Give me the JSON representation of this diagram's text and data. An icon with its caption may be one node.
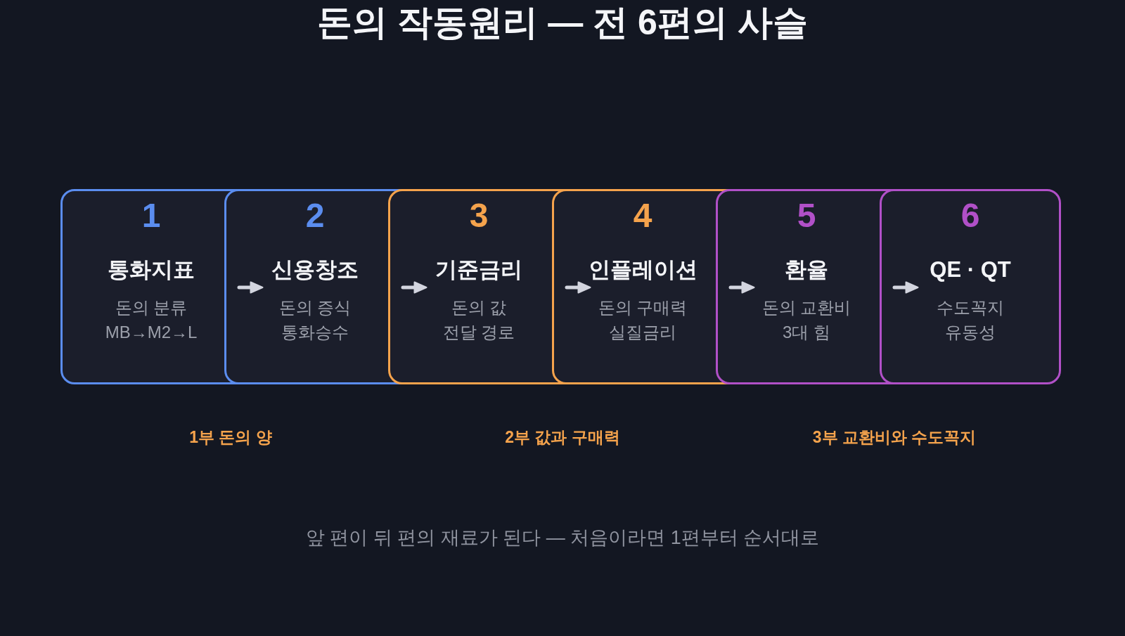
{
  "diagram": {
    "title": "돈의 작동원리 — 전 6편의 사슬",
    "nodes": [
      {
        "text": [
          "1",
          "통화지표",
          "돈의 분류",
          "MB→M2→L"
        ]
      },
      {
        "text": [
          "2",
          "신용창조",
          "돈의 증식",
          "통화승수"
        ]
      },
      {
        "text": [
          "3",
          "기준금리",
          "돈의 값",
          "전달 경로"
        ]
      },
      {
        "text": [
          "4",
          "인플레이션",
          "돈의 구매력",
          "실질금리"
        ]
      },
      {
        "text": [
          "5",
          "환율",
          "돈의 교환비",
          "3대 힘"
        ]
      },
      {
        "text": [
          "6",
          "QE · QT",
          "수도꼭지",
          "유동성"
        ]
      }
    ],
    "edges": [
      {
        "from": 0,
        "to": 1,
        "arrow": "to"
      },
      {
        "from": 1,
        "to": 2,
        "arrow": "to"
      },
      {
        "from": 2,
        "to": 3,
        "arrow": "to"
      },
      {
        "from": 3,
        "to": 4,
        "arrow": "to"
      },
      {
        "from": 4,
        "to": 5,
        "arrow": "to"
      }
    ],
    "labels": [
      "1부 돈의 양",
      "2부 값과 구매력",
      "3부 교환비와 수도꼭지"
    ],
    "caption": "앞 편이 뒤 편의 재료가 된다 — 처음이라면 1편부터 순서대로"
  }
}
